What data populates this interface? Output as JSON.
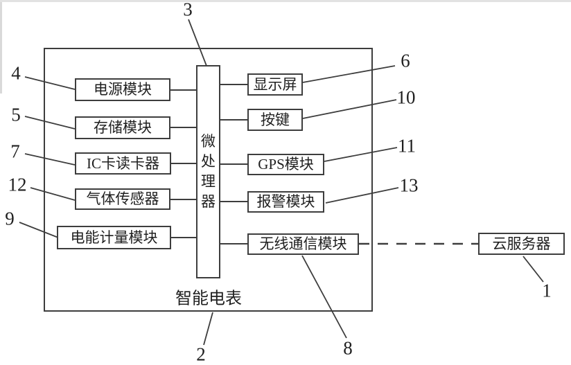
{
  "figure": {
    "type": "block-diagram",
    "system_label": "智能电表",
    "system_ref": "2",
    "processor": {
      "label": "微处理器",
      "ref": "3"
    },
    "left_modules": [
      {
        "label": "电源模块",
        "ref": "4"
      },
      {
        "label": "存储模块",
        "ref": "5"
      },
      {
        "label": "IC卡读卡器",
        "ref": "7"
      },
      {
        "label": "气体传感器",
        "ref": "12"
      },
      {
        "label": "电能计量模块",
        "ref": "9"
      }
    ],
    "right_modules": [
      {
        "label": "显示屏",
        "ref": "6"
      },
      {
        "label": "按键",
        "ref": "10"
      },
      {
        "label": "GPS模块",
        "ref": "11"
      },
      {
        "label": "报警模块",
        "ref": "13"
      },
      {
        "label": "无线通信模块",
        "ref": "8"
      }
    ],
    "external": {
      "label": "云服务器",
      "ref": "1"
    },
    "connection_to_external": "dashed",
    "colors": {
      "line": "#3d3d3d",
      "text": "#1f1f1f",
      "background": "#ffffff"
    }
  }
}
